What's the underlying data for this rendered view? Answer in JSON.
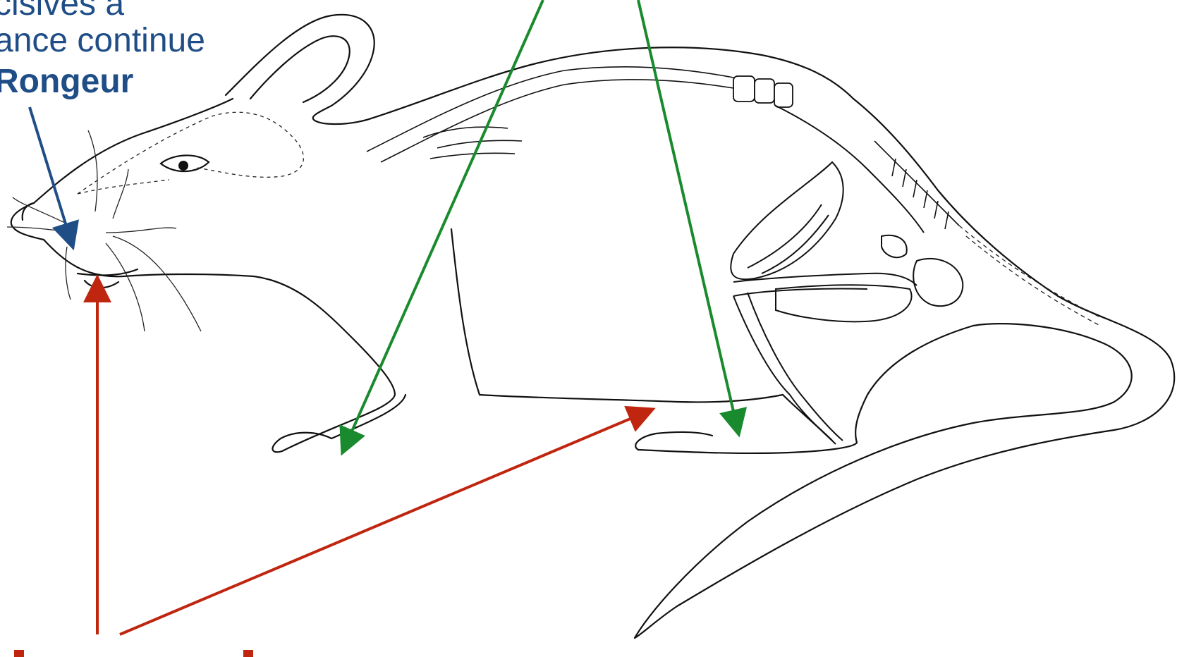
{
  "labels": {
    "blue_line1": "cisives à",
    "blue_line2": "ance continue",
    "blue_line3": "Rongeur",
    "red_bottom": "..."
  },
  "colors": {
    "blue": "#1f4e87",
    "green": "#1a8a2e",
    "red": "#c0250f",
    "ink": "#111111"
  }
}
